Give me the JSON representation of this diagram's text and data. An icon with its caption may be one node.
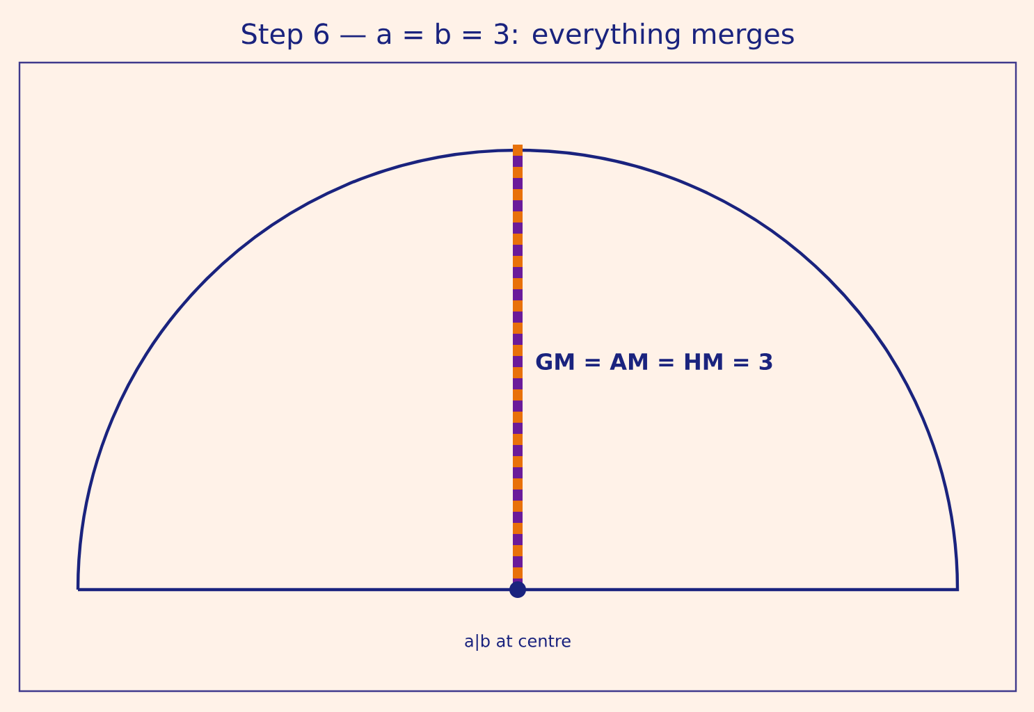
{
  "diagram": {
    "title": "Step 6 — a = b = 3: everything merges",
    "labels": [
      "GM = AM = HM = 3",
      "a|b at centre"
    ]
  }
}
